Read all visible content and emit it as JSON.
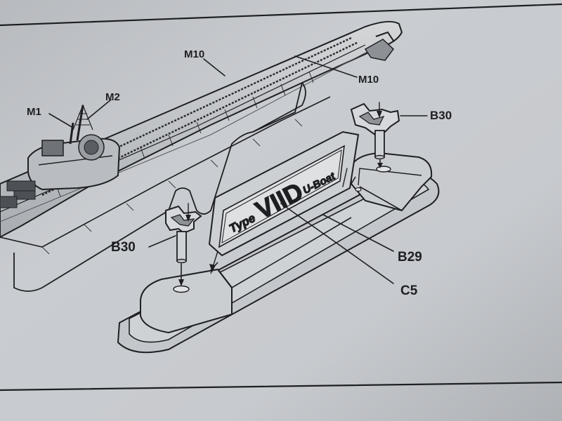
{
  "callouts": {
    "m10_upper": "M10",
    "m10_lower": "M10",
    "m1": "M1",
    "m2": "M2",
    "b30_right": "B30",
    "b30_left": "B30",
    "b29": "B29",
    "c5": "C5"
  },
  "nameplate": {
    "type_word": "Type",
    "class_mark": "VIID",
    "suffix": "U-Boat"
  },
  "colors": {
    "paper": "#c9cccf",
    "ink": "#1e1f22",
    "shade": "#9fa3a8"
  }
}
